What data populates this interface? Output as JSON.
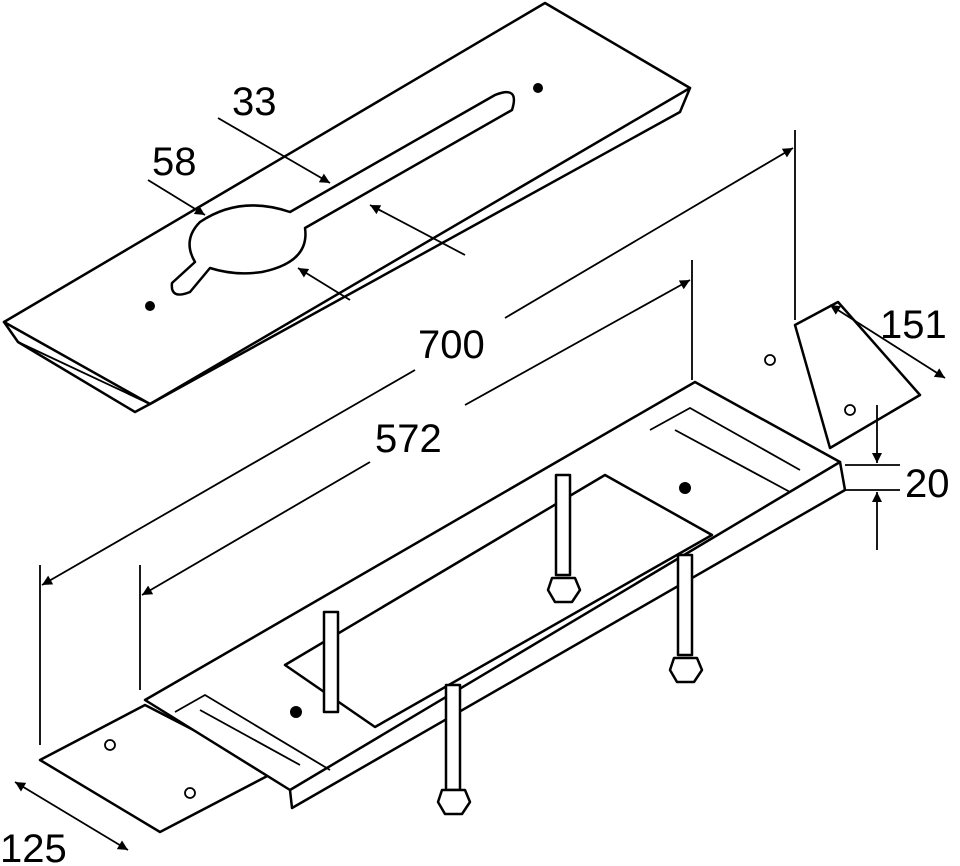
{
  "drawing": {
    "dimensions": {
      "slot_width": "33",
      "hole_diameter": "58",
      "overall_length": "700",
      "inner_length": "572",
      "right_tab_width": "151",
      "height": "20",
      "left_tab_width": "125"
    }
  }
}
